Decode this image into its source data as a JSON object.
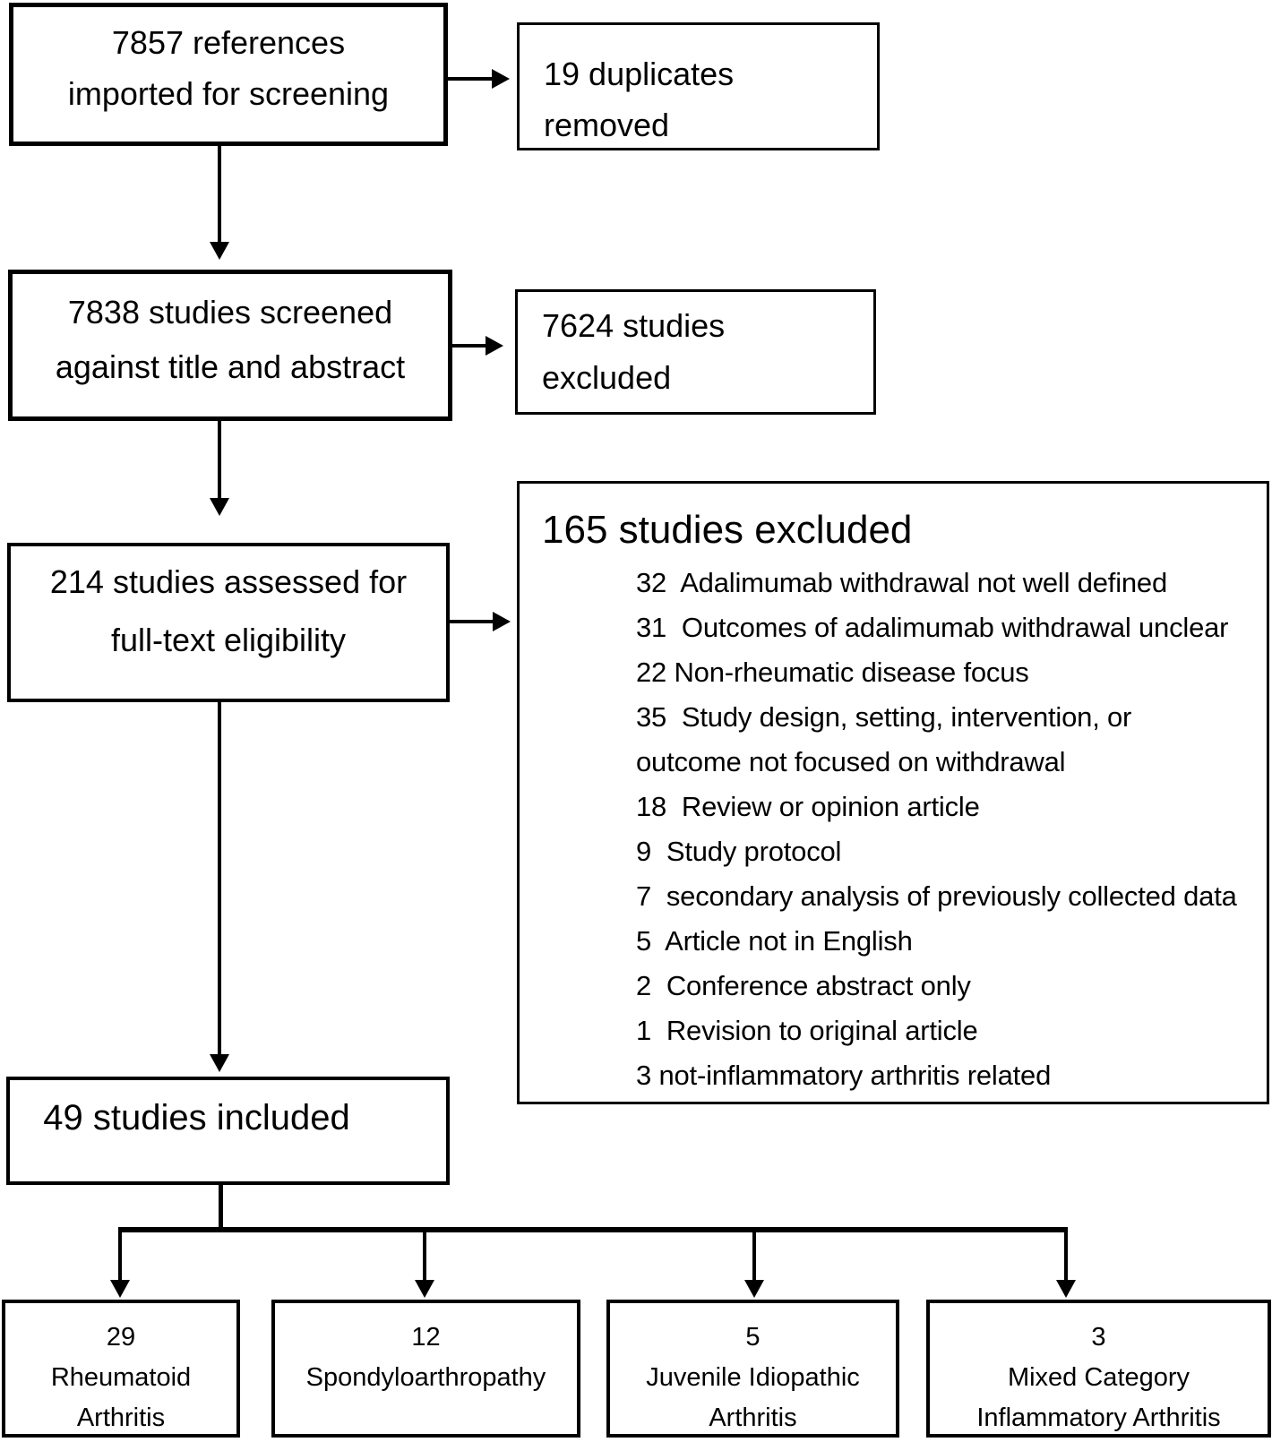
{
  "colors": {
    "ink": "#000000",
    "background": "#ffffff"
  },
  "boxes": {
    "imported": {
      "lines": [
        "7857 references",
        "imported for screening"
      ]
    },
    "duplicates_removed": {
      "lines": [
        "19 duplicates",
        "removed"
      ]
    },
    "screened": {
      "lines": [
        "7838 studies screened",
        "against title and abstract"
      ]
    },
    "screen_excluded": {
      "lines": [
        "7624 studies",
        "excluded"
      ]
    },
    "fulltext_assessed": {
      "lines": [
        "214 studies assessed for",
        "full-text eligibility"
      ]
    },
    "fulltext_excluded": {
      "title": "165 studies excluded",
      "reasons": [
        "32  Adalimumab withdrawal not well defined",
        "31  Outcomes of adalimumab withdrawal unclear",
        "22 Non-rheumatic disease focus",
        "35  Study design, setting, intervention, or",
        "outcome not focused on withdrawal",
        "18  Review or opinion article",
        "9  Study protocol",
        "7  secondary analysis of previously collected data",
        "5  Article not in English",
        "2  Conference abstract only",
        "1  Revision to original article",
        "3 not-inflammatory arthritis related"
      ]
    },
    "included": {
      "label": "49 studies included"
    },
    "categories": [
      {
        "count": "29",
        "name_lines": [
          "Rheumatoid",
          "Arthritis"
        ]
      },
      {
        "count": "12",
        "name_lines": [
          "Spondyloarthropathy"
        ]
      },
      {
        "count": "5",
        "name_lines": [
          "Juvenile Idiopathic",
          "Arthritis"
        ]
      },
      {
        "count": "3",
        "name_lines": [
          "Mixed Category",
          "Inflammatory Arthritis"
        ]
      }
    ]
  }
}
